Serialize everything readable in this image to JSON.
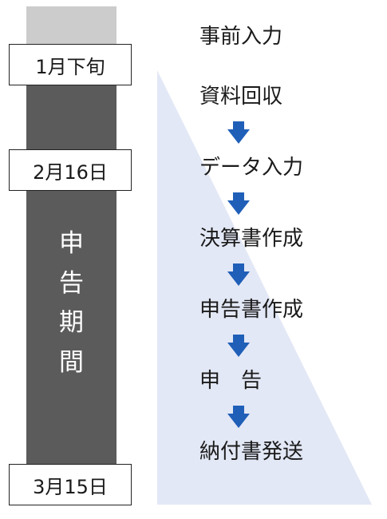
{
  "timeline": {
    "dates": {
      "start": "1月下旬",
      "period_start": "2月16日",
      "deadline": "3月15日"
    },
    "period_label_chars": [
      "申",
      "告",
      "期",
      "間"
    ]
  },
  "steps": [
    "事前入力",
    "資料回収",
    "データ入力",
    "決算書作成",
    "申告書作成",
    "申　告",
    "納付書発送"
  ],
  "colors": {
    "triangle": "#e3e8f6",
    "bar_main": "#5b5b5b",
    "bar_top": "#cccccc",
    "arrow": "#1f5fb8"
  }
}
